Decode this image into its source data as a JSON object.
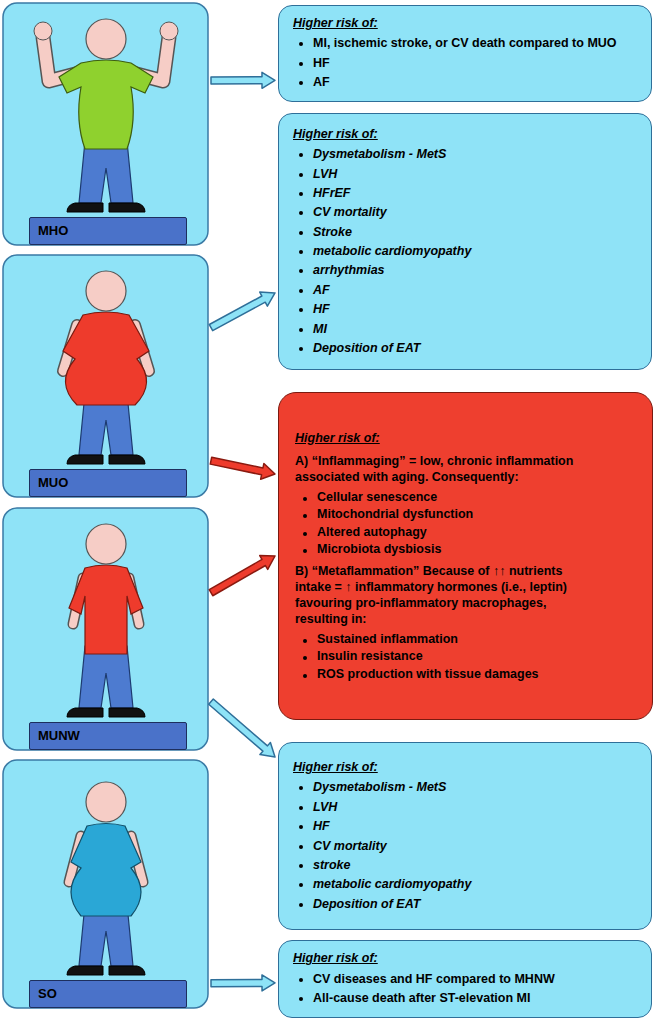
{
  "diagram": {
    "nodes": [
      {
        "text": [
          "MHO"
        ]
      },
      {
        "text": [
          "Higher risk of:",
          "MI, ischemic stroke, or CV death compared to MUO",
          "HF",
          "AF"
        ]
      },
      {
        "text": [
          "MUO"
        ]
      },
      {
        "text": [
          "Higher risk of:",
          "Dysmetabolism - MetS",
          "LVH",
          "HFrEF",
          "CV mortality",
          "Stroke",
          "metabolic cardiomyopathy",
          "arrhythmias",
          "AF",
          "HF",
          "MI",
          "Deposition of EAT"
        ]
      },
      {
        "text": [
          "Higher risk of:",
          "A) “Inflammaging” = low, chronic inflammation associated with aging. Consequently:",
          "Cellular senescence",
          "Mitochondrial dysfunction",
          "Altered autophagy",
          "Microbiota dysbiosis",
          "B) “Metaflammation” Because of ↑↑ nutrients intake = ↑ inflammatory hormones (i.e., leptin) favouring pro-inflammatory macrophages, resulting in:",
          "Sustained inflammation",
          "Insulin resistance",
          "ROS production with tissue damages"
        ]
      },
      {
        "text": [
          "MUNW"
        ]
      },
      {
        "text": [
          "Higher risk of:",
          "Dysmetabolism - MetS",
          "LVH",
          "HF",
          "CV mortality",
          "stroke",
          "metabolic cardiomyopathy",
          "Deposition of EAT"
        ]
      },
      {
        "text": [
          "SO"
        ]
      },
      {
        "text": [
          "Higher risk of:",
          "CV diseases and HF compared to MHNW",
          "All-cause death after ST-elevation MI"
        ]
      }
    ],
    "edges": [
      {
        "from": 0,
        "to": 1,
        "arrow": "to"
      },
      {
        "from": 2,
        "to": 3,
        "arrow": "to"
      },
      {
        "from": 2,
        "to": 4,
        "arrow": "to"
      },
      {
        "from": 5,
        "to": 4,
        "arrow": "to"
      },
      {
        "from": 5,
        "to": 6,
        "arrow": "to"
      },
      {
        "from": 7,
        "to": 8,
        "arrow": "to"
      }
    ]
  }
}
